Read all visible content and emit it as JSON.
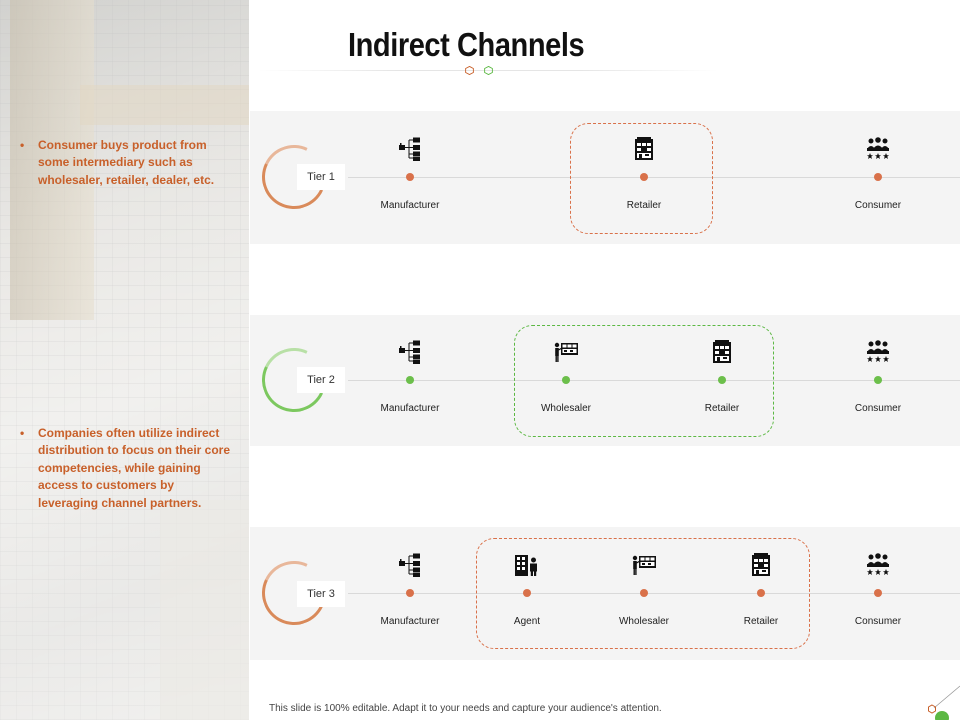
{
  "slide": {
    "title": "Indirect Channels",
    "footer": "This slide is 100% editable. Adapt it to your needs and capture your audience's attention."
  },
  "bullets": [
    "Consumer buys product from some intermediary such as wholesaler, retailer, dealer,  etc.",
    "Companies often utilize indirect distribution to focus on their core competencies,  while gaining access to customers by leveraging channel partners."
  ],
  "colors": {
    "orange": "#c8602a",
    "green": "#5cb843",
    "orange_dot": "#d9714a",
    "green_dot": "#6cbf4b"
  },
  "tiers": [
    {
      "label": "Tier 1",
      "accent": "orange",
      "nodes": [
        {
          "label": "Manufacturer",
          "icon": "factory-hierarchy-icon"
        },
        {
          "label": "Retailer",
          "icon": "retail-store-icon"
        },
        {
          "label": "Consumer",
          "icon": "people-rating-icon"
        }
      ]
    },
    {
      "label": "Tier 2",
      "accent": "green",
      "nodes": [
        {
          "label": "Manufacturer",
          "icon": "factory-hierarchy-icon"
        },
        {
          "label": "Wholesaler",
          "icon": "wholesaler-display-icon"
        },
        {
          "label": "Retailer",
          "icon": "retail-store-icon"
        },
        {
          "label": "Consumer",
          "icon": "people-rating-icon"
        }
      ]
    },
    {
      "label": "Tier 3",
      "accent": "orange",
      "nodes": [
        {
          "label": "Manufacturer",
          "icon": "factory-hierarchy-icon"
        },
        {
          "label": "Agent",
          "icon": "agent-building-icon"
        },
        {
          "label": "Wholesaler",
          "icon": "wholesaler-display-icon"
        },
        {
          "label": "Retailer",
          "icon": "retail-store-icon"
        },
        {
          "label": "Consumer",
          "icon": "people-rating-icon"
        }
      ]
    }
  ]
}
